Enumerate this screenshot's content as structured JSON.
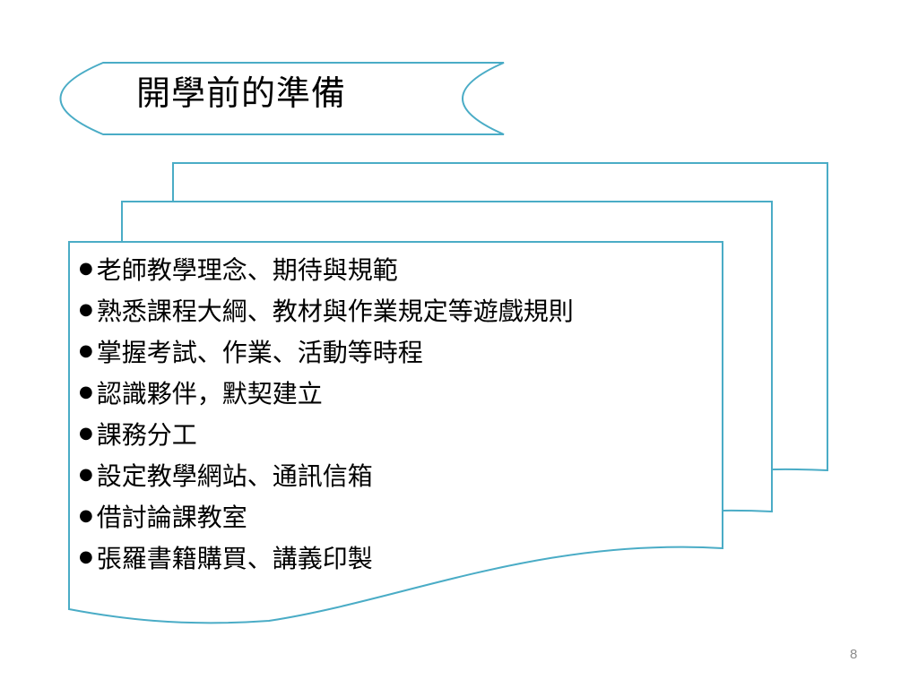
{
  "title": "開學前的準備",
  "bullet_symbol": "●",
  "items": [
    "老師教學理念、期待與規範",
    "熟悉課程大綱、教材與作業規定等遊戲規則",
    "掌握考試、作業、活動等時程",
    "認識夥伴，默契建立",
    "課務分工",
    "設定教學網站、通訊信箱",
    "借討論課教室",
    "張羅書籍購買、講義印製"
  ],
  "page_number": "8",
  "colors": {
    "outline": "#4aacc6",
    "text": "#000000",
    "page_number": "#8c8c8c"
  }
}
